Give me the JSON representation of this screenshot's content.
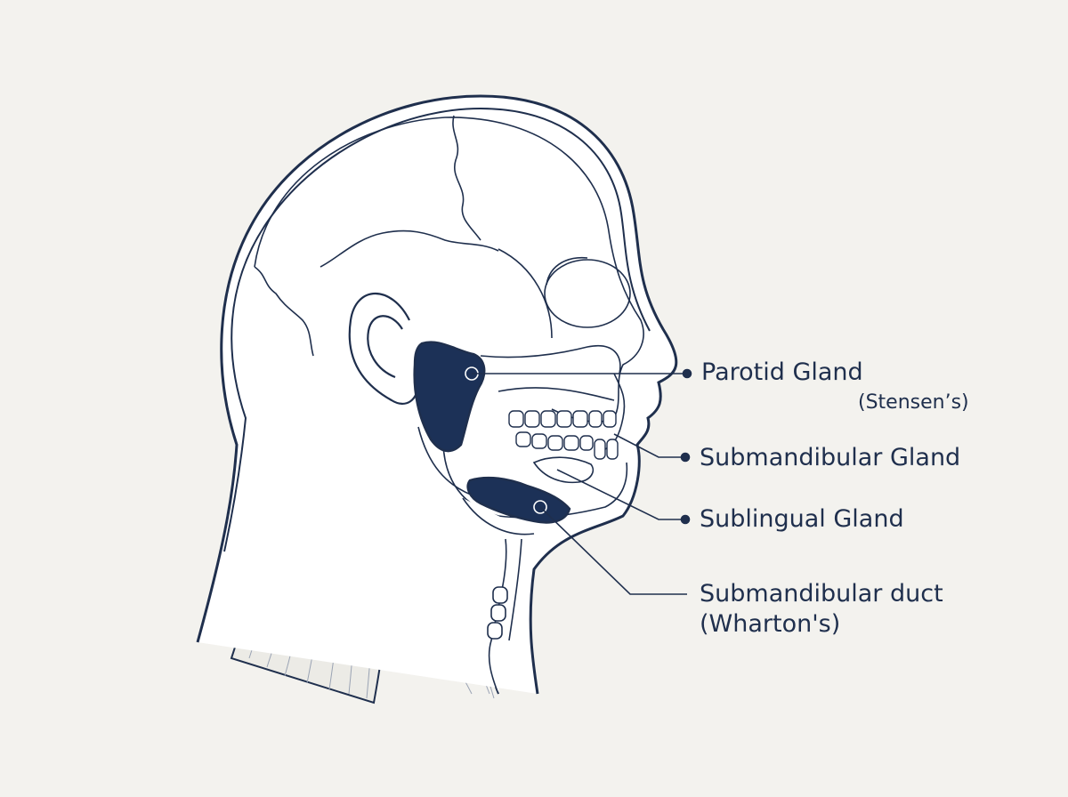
{
  "labels": {
    "parotid_gland": "Parotid Gland",
    "stensens": "(Stensen’s)",
    "submandibular_gland": "Submandibular Gland",
    "sublingual_gland": "Sublingual Gland",
    "submandibular_duct": "Submandibular duct",
    "whartons": "(Wharton's)"
  },
  "colors": {
    "background": "#f3f2ee",
    "outline": "#1f2f4d",
    "gland_fill": "#1c3157",
    "skin_fill": "#ffffff"
  },
  "icons": [
    "head-outline-icon",
    "skull-icon",
    "ear-icon",
    "teeth-icon",
    "neck-muscle-icon",
    "gland-icon"
  ]
}
